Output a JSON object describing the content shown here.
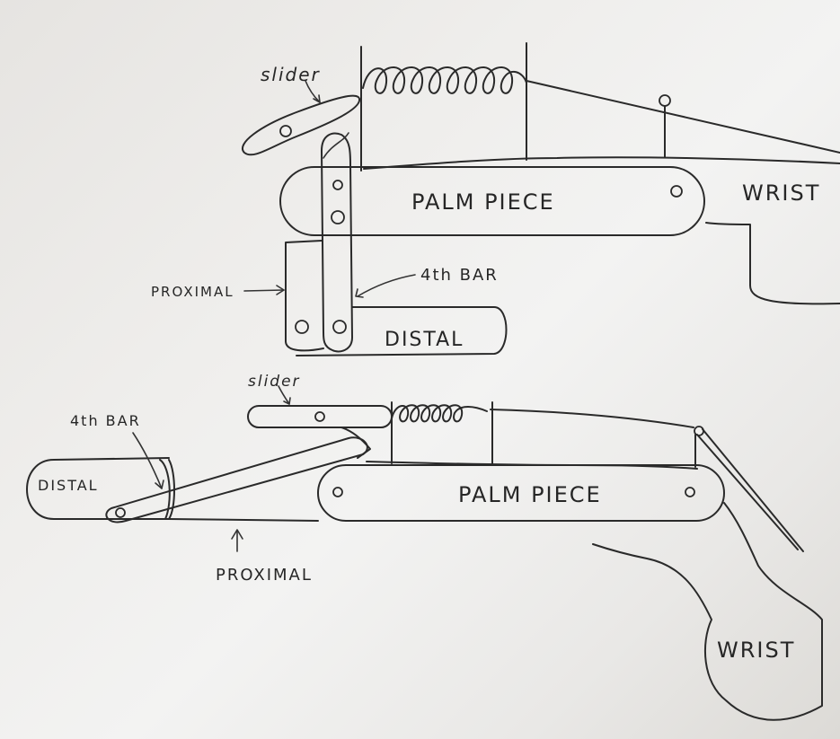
{
  "top_sketch": {
    "slider": "slider",
    "palm": "PALM PIECE",
    "wrist": "WRIST",
    "proximal": "PROXIMAL",
    "fourth_bar": "4th BAR",
    "distal": "DISTAL"
  },
  "bottom_sketch": {
    "slider": "slider",
    "fourth_bar": "4th BAR",
    "distal": "DISTAL",
    "palm": "PALM PIECE",
    "proximal": "PROXIMAL",
    "wrist": "WRIST"
  },
  "colors": {
    "paper": "#efeeec",
    "ink": "#2a2a2a"
  }
}
